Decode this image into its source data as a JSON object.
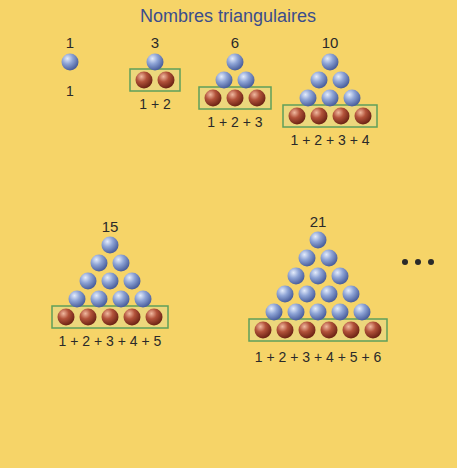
{
  "diagram": {
    "title": "Nombres triangulaires",
    "labels": [
      "1",
      "1",
      "3",
      "1 + 2",
      "6",
      "1 + 2 + 3",
      "10",
      "1 + 2 + 3 + 4",
      "15",
      "1 + 2 + 3 + 4 + 5",
      "21",
      "1 + 2 + 3 + 4 + 5 + 6"
    ]
  }
}
